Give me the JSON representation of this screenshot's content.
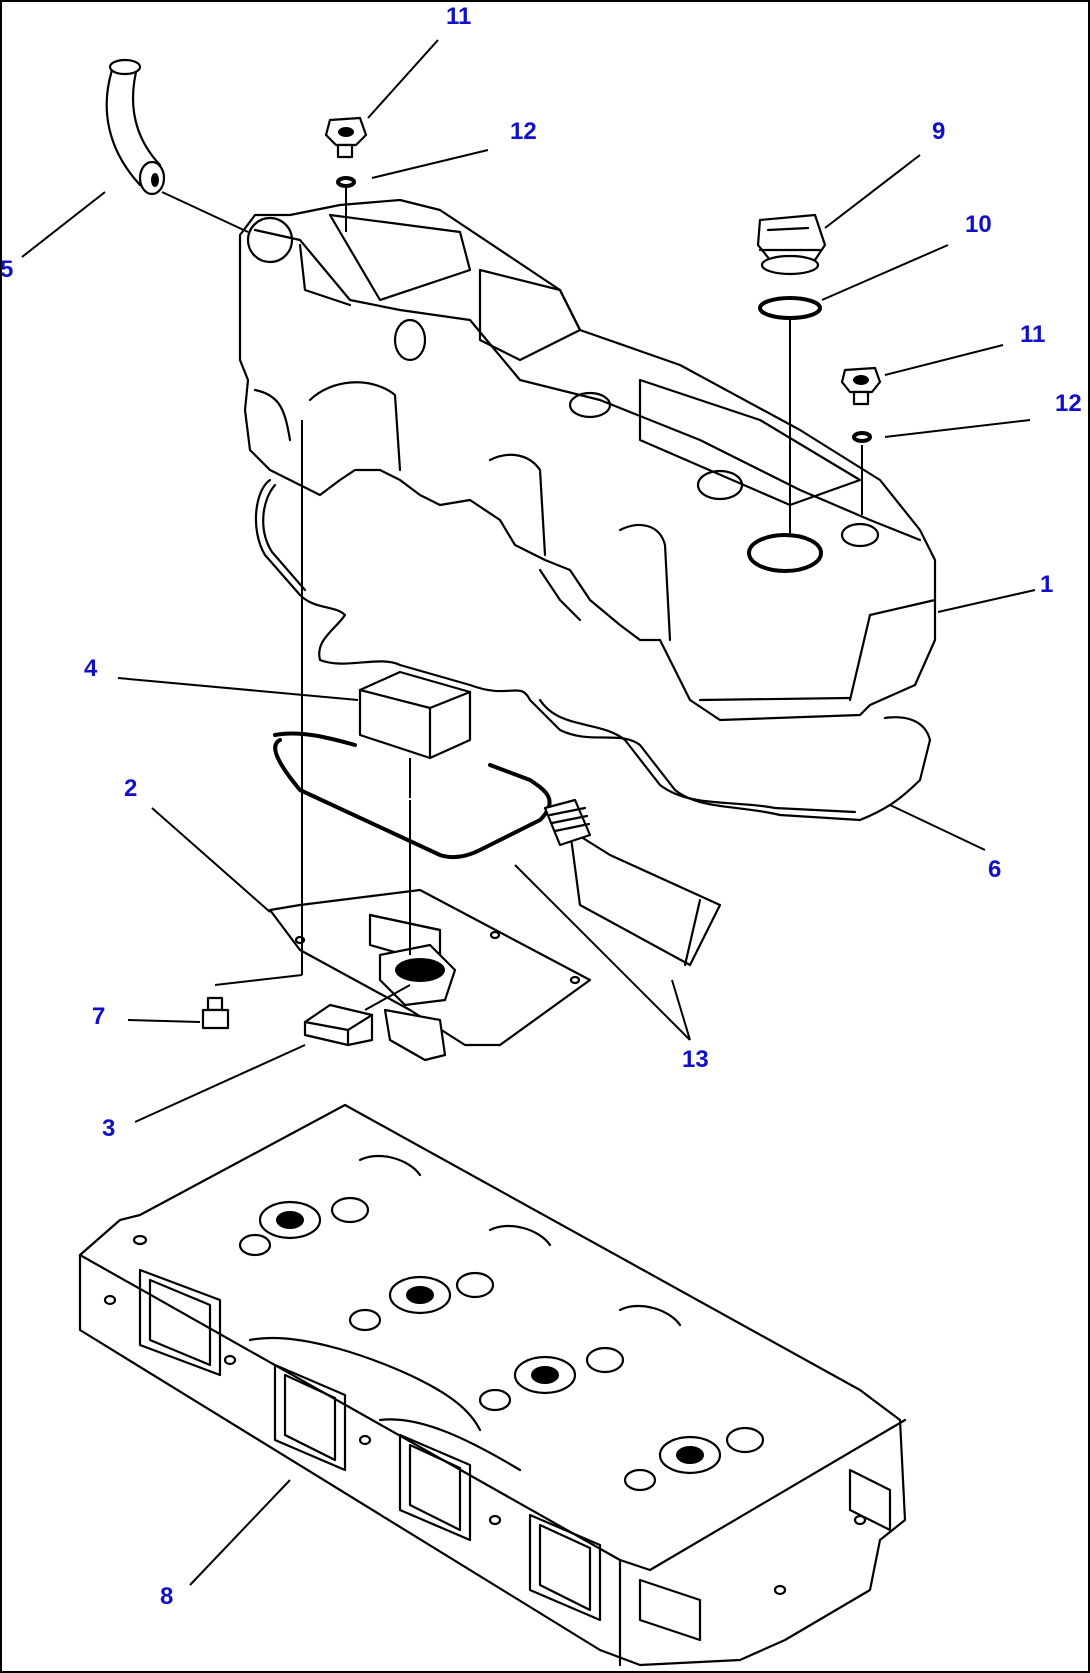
{
  "diagram": {
    "callouts": {
      "c1": "1",
      "c2": "2",
      "c3": "3",
      "c4": "4",
      "c5": "5",
      "c6": "6",
      "c7": "7",
      "c8": "8",
      "c9": "9",
      "c10": "10",
      "c11a": "11",
      "c11b": "11",
      "c12a": "12",
      "c12b": "12",
      "c13": "13"
    },
    "callout_color": "#1010c8",
    "line_color": "#000000"
  }
}
